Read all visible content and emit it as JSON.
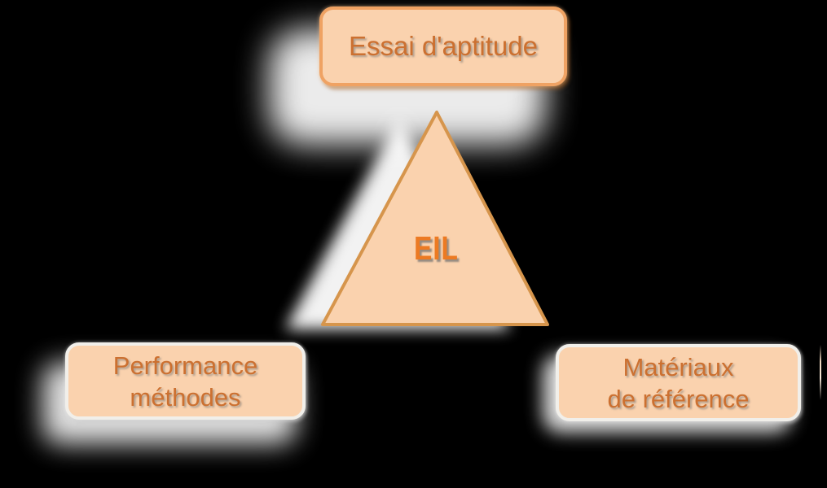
{
  "diagram": {
    "nodes": {
      "top": {
        "label": "Essai d'aptitude"
      },
      "center": {
        "label": "EIL"
      },
      "bottom_left": {
        "line1": "Performance",
        "line2": "méthodes"
      },
      "bottom_right": {
        "line1": "Matériaux",
        "line2": "de référence"
      }
    },
    "colors": {
      "background": "#000000",
      "node_fill": "#FAD2AE",
      "top_node_border": "#EFA263",
      "bottom_node_border": "#F1EFEA",
      "triangle_border": "#D6954C",
      "label_text": "#CC7030",
      "center_label_text": "#EC7A23",
      "shadow_glow": "#FFFFFF"
    }
  }
}
